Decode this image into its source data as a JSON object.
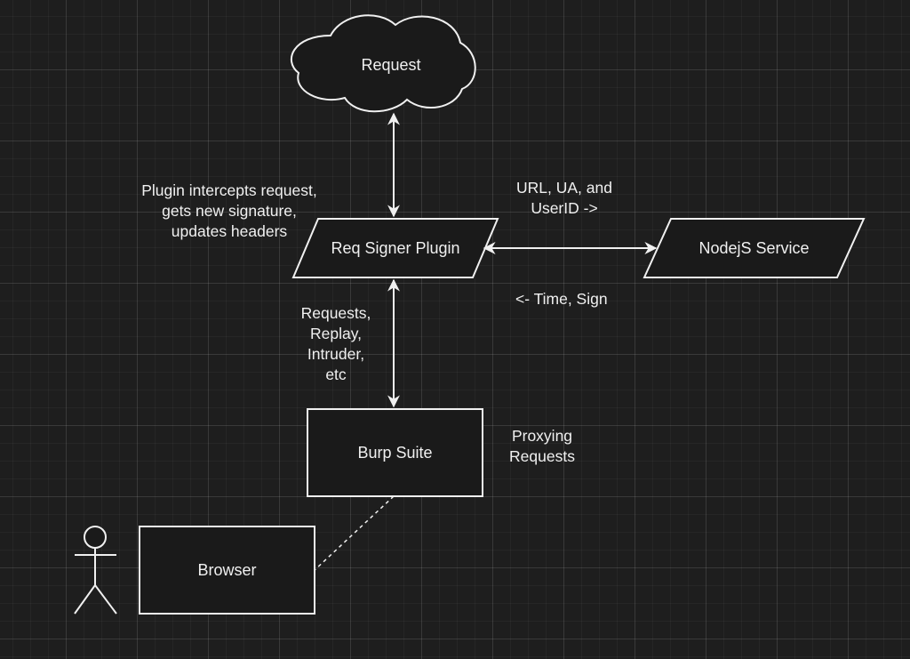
{
  "nodes": {
    "request": {
      "label": "Request"
    },
    "signer": {
      "label": "Req Signer Plugin"
    },
    "nodejs": {
      "label": "NodejS Service"
    },
    "burp": {
      "label": "Burp Suite"
    },
    "browser": {
      "label": "Browser"
    }
  },
  "notes": {
    "intercept": [
      "Plugin intercepts request,",
      "gets new signature,",
      "updates headers"
    ],
    "to_service": [
      "URL, UA, and",
      "UserID ->"
    ],
    "from_service": [
      "<- Time, Sign"
    ],
    "burp_tools": [
      "Requests,",
      "Replay,",
      "Intruder,",
      "etc"
    ],
    "proxying": [
      "Proxying",
      "Requests"
    ]
  },
  "colors": {
    "background": "#1e1e1e",
    "stroke": "#f0f0f0",
    "fill": "#1a1a1a"
  }
}
